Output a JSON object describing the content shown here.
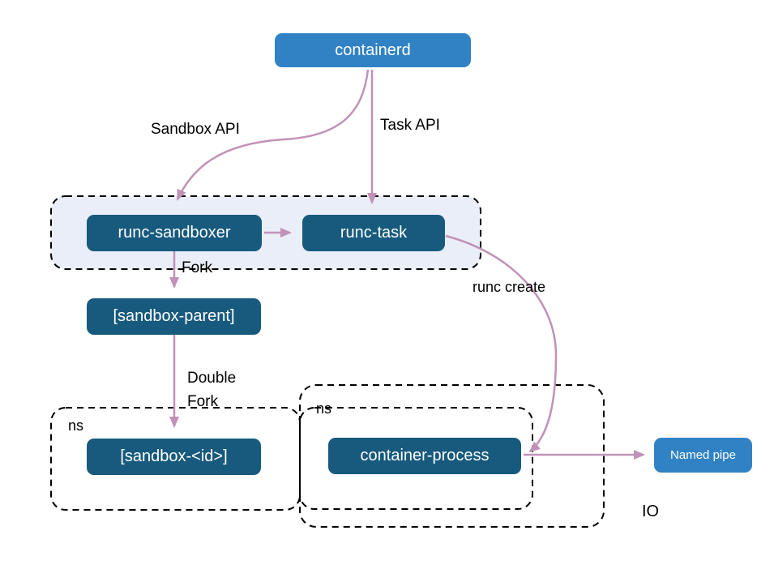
{
  "diagram": {
    "nodes": [
      {
        "id": "containerd",
        "label": "containerd"
      },
      {
        "id": "runc-sandboxer",
        "label": "runc-sandboxer"
      },
      {
        "id": "runc-task",
        "label": "runc-task"
      },
      {
        "id": "sandbox-parent",
        "label": "[sandbox-parent]"
      },
      {
        "id": "sandbox-id",
        "label": "[sandbox-<id>]"
      },
      {
        "id": "container-process",
        "label": "container-process"
      },
      {
        "id": "named-pipe",
        "label": "Named pipe"
      }
    ],
    "edges": [
      {
        "from": "containerd",
        "to": "runc-sandboxer",
        "label": "Sandbox API"
      },
      {
        "from": "containerd",
        "to": "runc-task",
        "label": "Task API"
      },
      {
        "from": "runc-sandboxer",
        "to": "runc-task",
        "label": ""
      },
      {
        "from": "runc-sandboxer",
        "to": "sandbox-parent",
        "label": "Fork"
      },
      {
        "from": "sandbox-parent",
        "to": "sandbox-id",
        "label": "Double Fork"
      },
      {
        "from": "runc-task",
        "to": "container-process",
        "label": "runc create"
      },
      {
        "from": "container-process",
        "to": "named-pipe",
        "label": ""
      }
    ],
    "regions": [
      {
        "id": "sandbox-group",
        "label": ""
      },
      {
        "id": "ns-left",
        "label": "ns"
      },
      {
        "id": "ns-right",
        "label": "ns"
      },
      {
        "id": "io",
        "label": "IO"
      }
    ],
    "colors": {
      "primary_blue": "#3182c4",
      "dark_blue": "#175a7d",
      "group_fill": "#e9eef8",
      "arrow": "#c192b7",
      "dashed_border": "#000000",
      "label_text": "#000000",
      "node_text": "#ffffff"
    }
  }
}
